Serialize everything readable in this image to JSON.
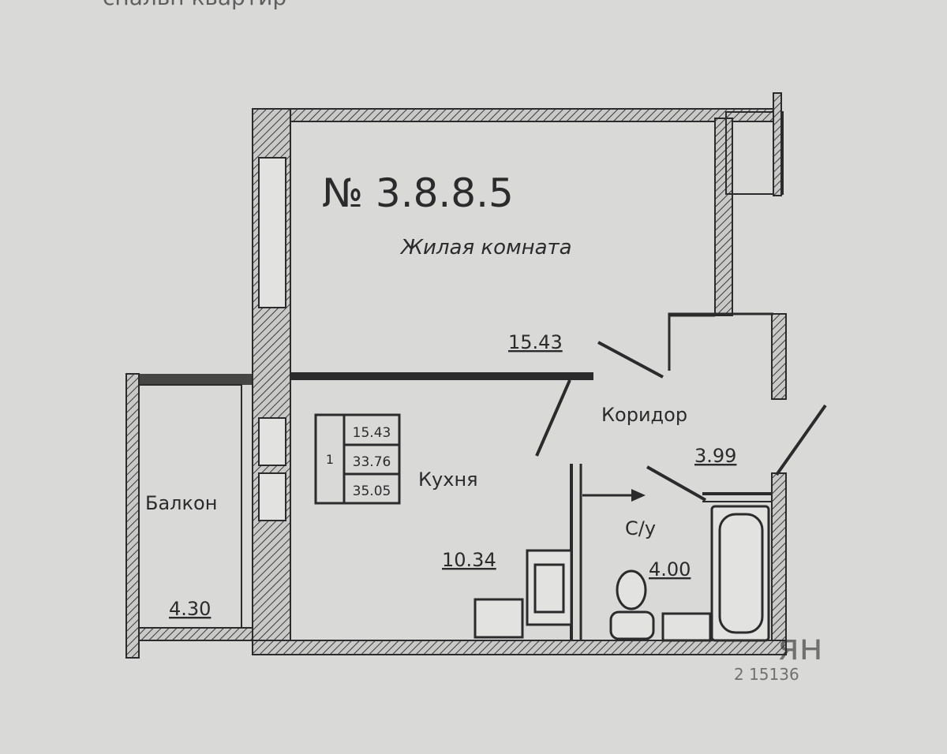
{
  "header_fragment": "спальн квартир",
  "plan": {
    "number_text": "№ 3.8.8.5",
    "rooms": [
      {
        "name": "Жилая комната",
        "area": "15.43"
      },
      {
        "name": "Коридор",
        "area": "3.99"
      },
      {
        "name": "Кухня",
        "area": "10.34"
      },
      {
        "name": "С/у",
        "area": "4.00"
      },
      {
        "name": "Балкон",
        "area": "4.30"
      }
    ],
    "summary": {
      "rooms_count": "1",
      "living_area": "15.43",
      "total_area": "33.76",
      "total_with_balcony": "35.05"
    }
  },
  "watermark": "ян",
  "watermark_id": "2 15136",
  "colors": {
    "ink": "#2b2b2b",
    "paper": "#d9d9d7",
    "wall_fill": "#bdbdbb"
  }
}
